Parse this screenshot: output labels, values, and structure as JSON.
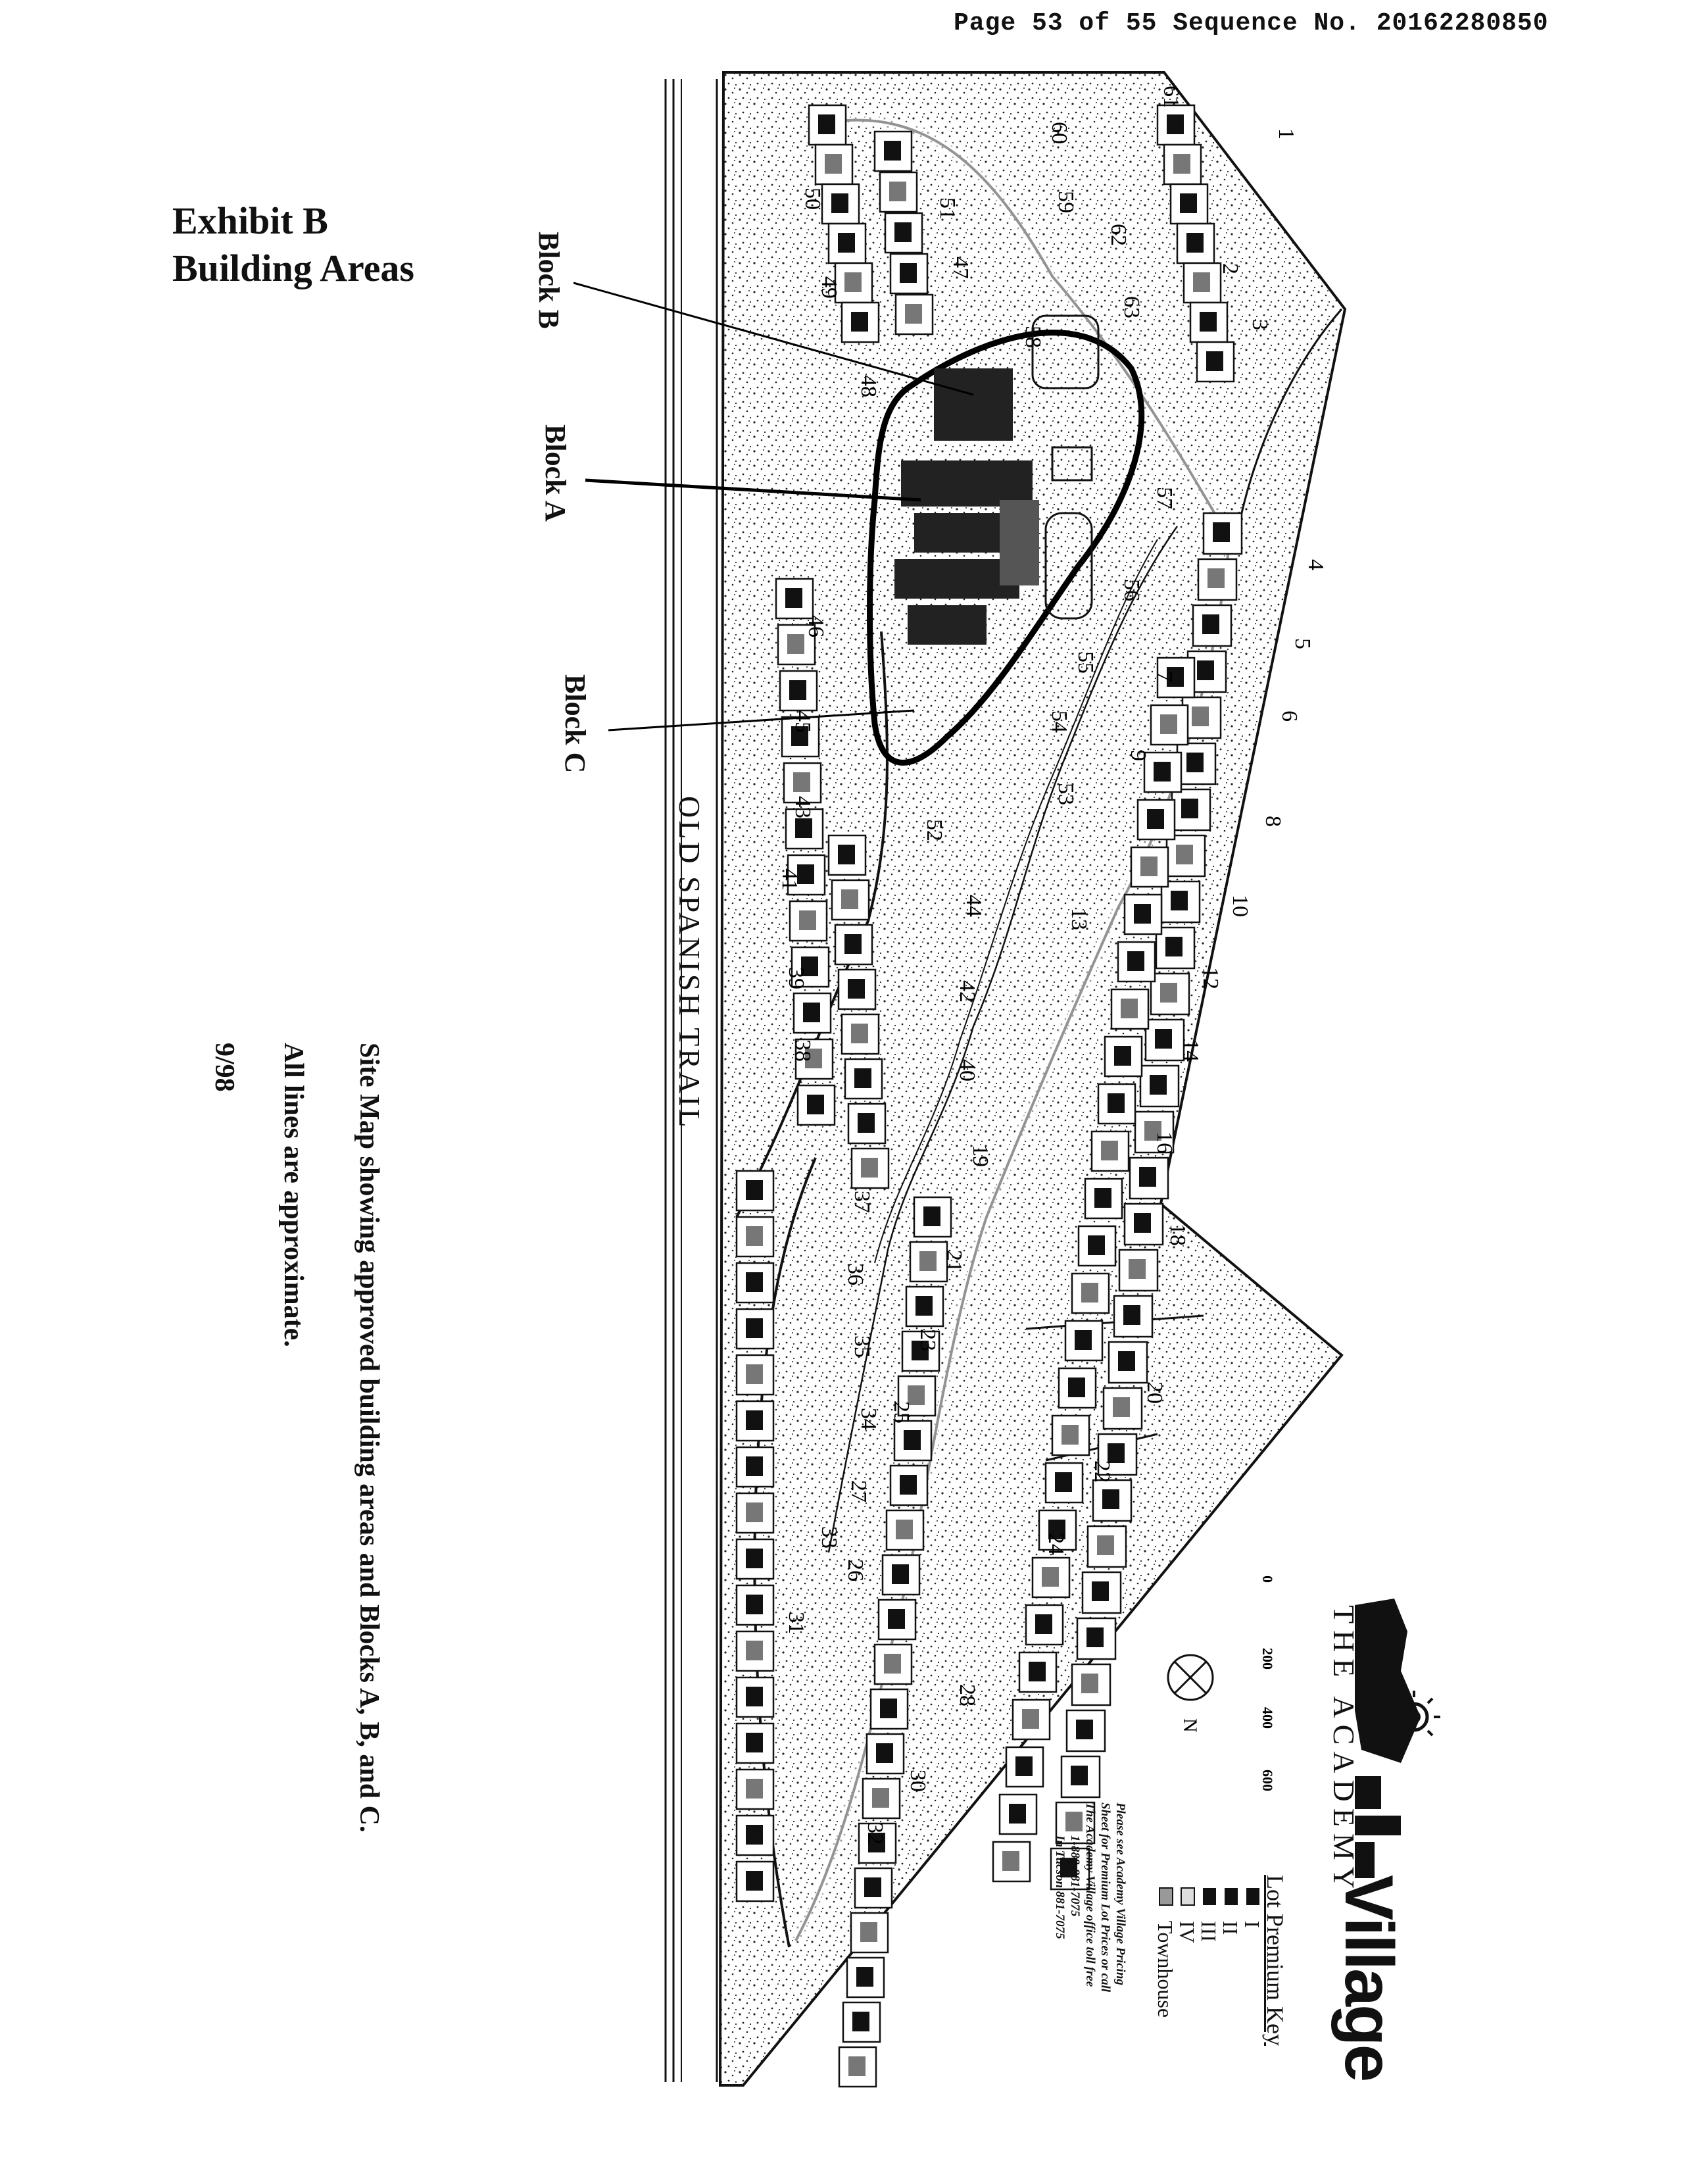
{
  "header": {
    "text": "Page 53 of 55 Sequence No. 20162280850"
  },
  "exhibit": {
    "line1": "Exhibit B",
    "line2": "Building Areas"
  },
  "blocks": {
    "a": "Block A",
    "b": "Block B",
    "c": "Block C"
  },
  "road_name": "OLD SPANISH TRAIL",
  "captions": {
    "line1": "Site Map showing approved building areas and Blocks A, B, and C.",
    "line2": "All lines are approximate.",
    "date": "9/98"
  },
  "logo": {
    "small": "THE ACADEMY",
    "big": "Village"
  },
  "legend": {
    "title": "Lot Premium Key",
    "items": [
      "I",
      "II",
      "III",
      "IV",
      "Townhouse"
    ],
    "note": [
      "Please see Academy Village Pricing",
      "Sheet for Premium Lot Prices or call",
      "The Academy Village office toll free",
      "1-888-881-7075",
      "In Tucson 881-7075"
    ]
  },
  "scale": [
    "0",
    "200",
    "400",
    "600"
  ],
  "north": "N",
  "lot_numbers": [
    "1",
    "2",
    "3",
    "4",
    "5",
    "6",
    "7",
    "8",
    "9",
    "10",
    "12",
    "13",
    "14",
    "16",
    "18",
    "19",
    "20",
    "21",
    "22",
    "23",
    "24",
    "25",
    "26",
    "27",
    "28",
    "30",
    "31",
    "32",
    "33",
    "34",
    "35",
    "36",
    "37",
    "38",
    "39",
    "40",
    "41",
    "42",
    "43",
    "44",
    "45",
    "46",
    "47",
    "48",
    "49",
    "50",
    "51",
    "52",
    "53",
    "54",
    "55",
    "56",
    "57",
    "58",
    "59",
    "60",
    "61",
    "62",
    "63"
  ]
}
